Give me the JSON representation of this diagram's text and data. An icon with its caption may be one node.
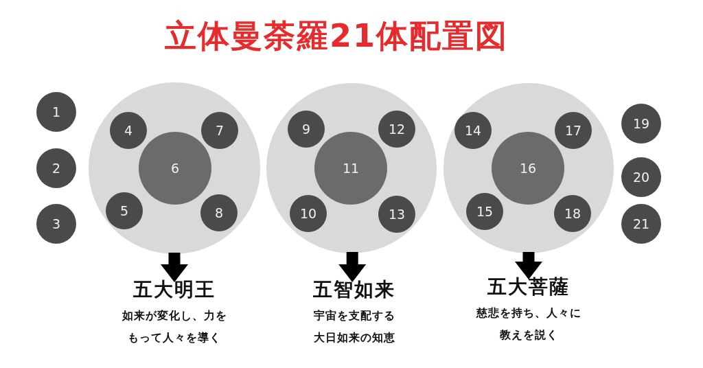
{
  "diagram": {
    "title": "立体曼荼羅21体配置図",
    "nodes": [
      {
        "text": [
          "1"
        ]
      },
      {
        "text": [
          "2"
        ]
      },
      {
        "text": [
          "3"
        ]
      },
      {
        "text": [],
        "shape": "circle"
      },
      {
        "text": [
          "4"
        ],
        "in": 3
      },
      {
        "text": [
          "5"
        ],
        "in": 3
      },
      {
        "text": [
          "6"
        ],
        "in": 3
      },
      {
        "text": [
          "7"
        ],
        "in": 3
      },
      {
        "text": [
          "8"
        ],
        "in": 3
      },
      {
        "text": [],
        "shape": "circle"
      },
      {
        "text": [
          "9"
        ],
        "in": 9
      },
      {
        "text": [
          "10"
        ],
        "in": 9
      },
      {
        "text": [
          "11"
        ],
        "in": 9
      },
      {
        "text": [
          "12"
        ],
        "in": 9
      },
      {
        "text": [
          "13"
        ],
        "in": 9
      },
      {
        "text": [],
        "shape": "circle"
      },
      {
        "text": [
          "14"
        ],
        "in": 15
      },
      {
        "text": [
          "15"
        ],
        "in": 15
      },
      {
        "text": [
          "16"
        ],
        "in": 15
      },
      {
        "text": [
          "17"
        ],
        "in": 15
      },
      {
        "text": [
          "18"
        ],
        "in": 15
      },
      {
        "text": [
          "19"
        ]
      },
      {
        "text": [
          "20"
        ]
      },
      {
        "text": [
          "21"
        ]
      },
      {
        "text": [
          "五大明王",
          "如来が変化し、力をもって人々を導く"
        ]
      },
      {
        "text": [
          "五智如来",
          "宇宙を支配する大日如来の知恵"
        ]
      },
      {
        "text": [
          "五大菩薩",
          "慈悲を持ち、人々に教えを説く"
        ]
      }
    ],
    "edges": [
      {
        "from": 3,
        "to": 24,
        "arrow": "to"
      },
      {
        "from": 9,
        "to": 25,
        "arrow": "to"
      },
      {
        "from": 15,
        "to": 26,
        "arrow": "to"
      }
    ]
  }
}
